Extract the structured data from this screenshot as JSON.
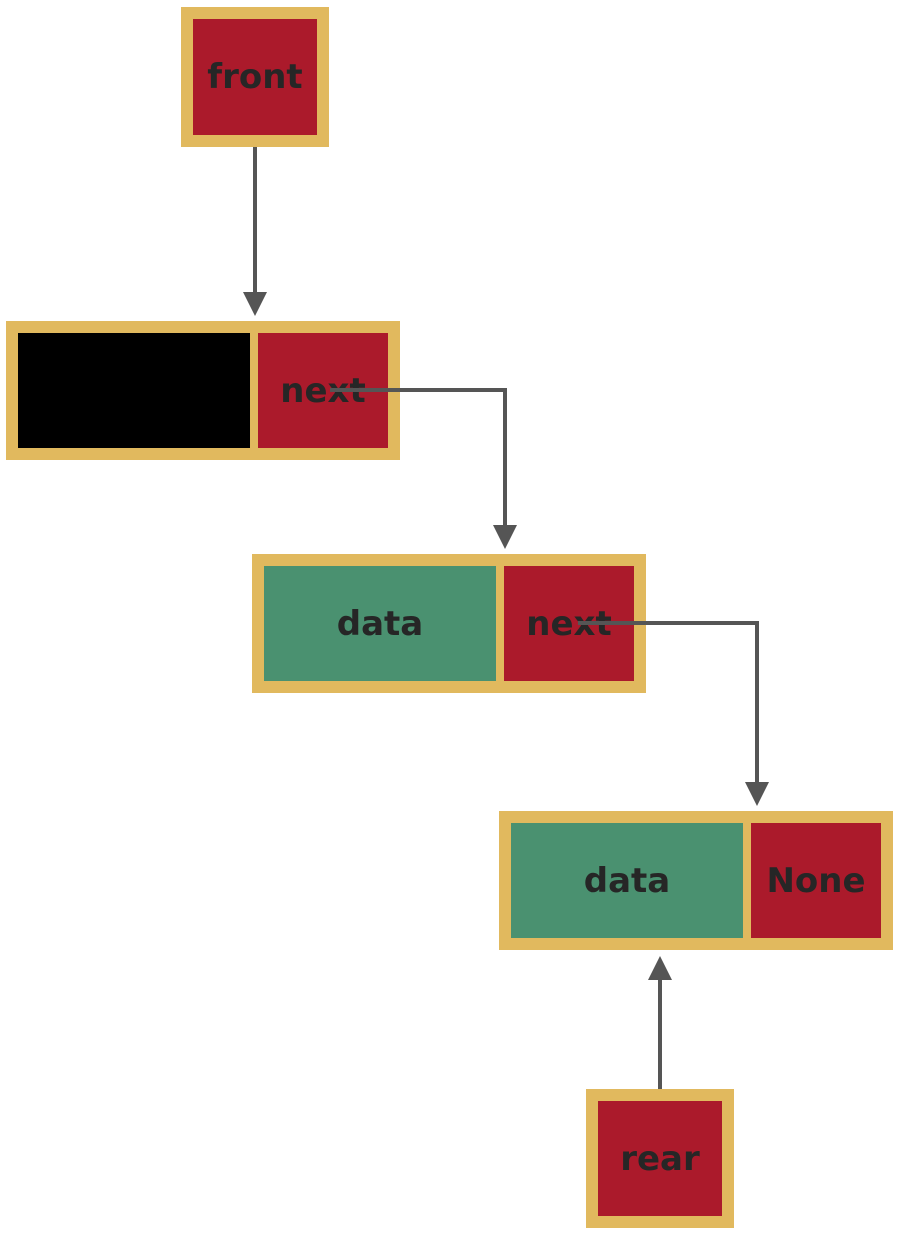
{
  "labels": {
    "front": "front",
    "head_next": "next",
    "node1_data": "data",
    "node1_next": "next",
    "node2_data": "data",
    "node2_next": "None",
    "rear": "rear"
  },
  "colors": {
    "border": "#e1b95e",
    "pointer_fill": "#ab1a2b",
    "data_fill": "#4a9170",
    "head_data_fill": "#000000",
    "arrow": "#555555",
    "text": "#262626"
  }
}
